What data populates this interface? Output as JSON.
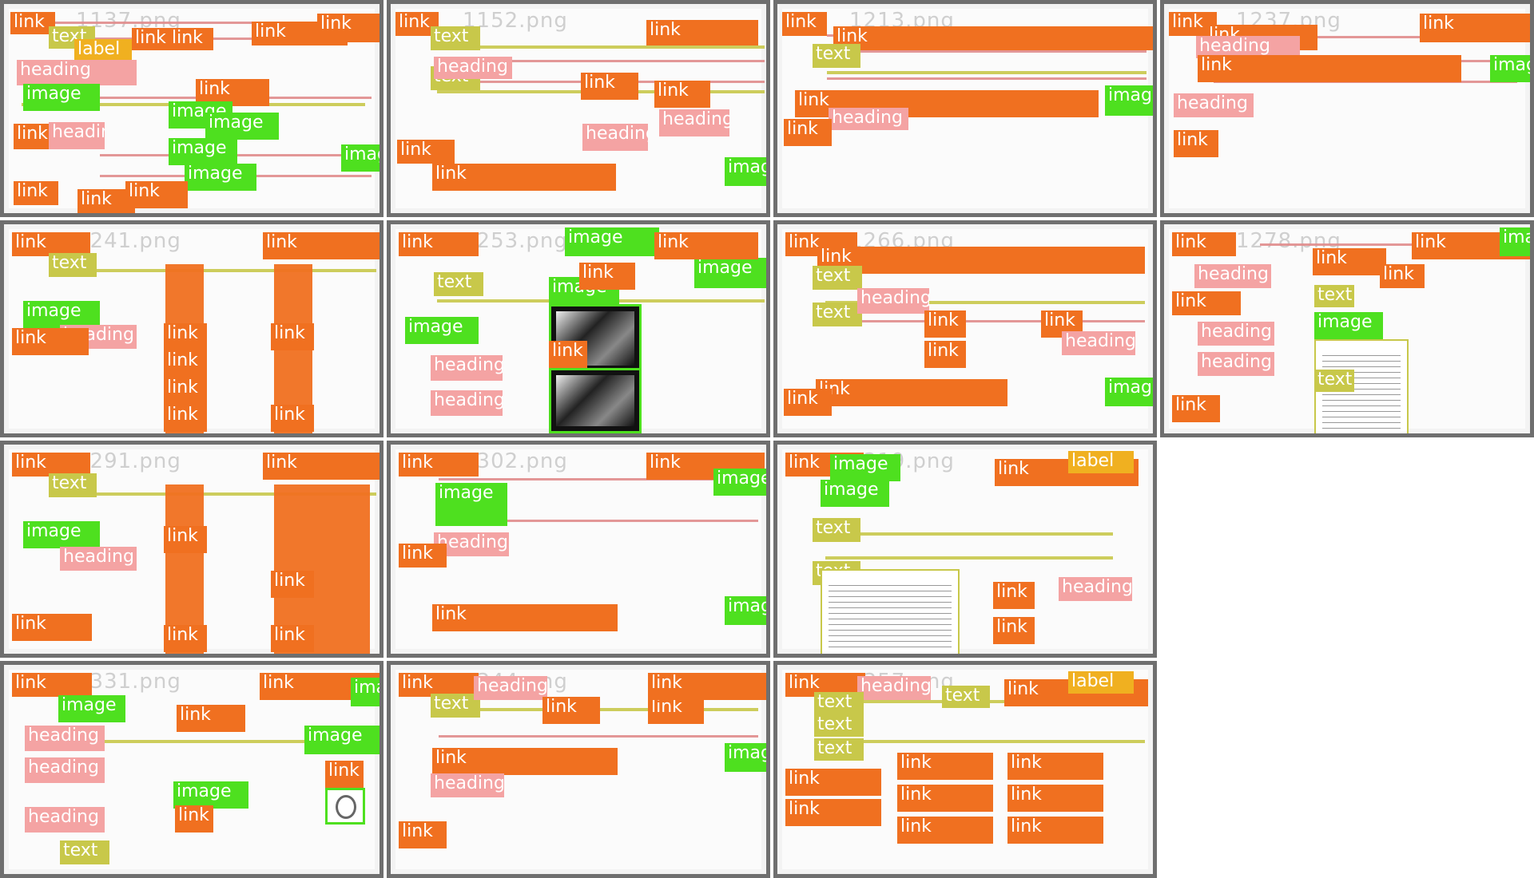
{
  "grid": {
    "cells": [
      {
        "filename": "1137.png"
      },
      {
        "filename": "1152.png"
      },
      {
        "filename": "1213.png"
      },
      {
        "filename": "1237.png"
      },
      {
        "filename": "1241.png"
      },
      {
        "filename": "1253.png"
      },
      {
        "filename": "1266.png"
      },
      {
        "filename": "1278.png"
      },
      {
        "filename": "1291.png"
      },
      {
        "filename": "1302.png"
      },
      {
        "filename": "1319.png"
      },
      {
        "filename": "1331.png"
      },
      {
        "filename": "1344.png"
      },
      {
        "filename": "1357.png"
      }
    ]
  },
  "labels": {
    "link": "link",
    "heading": "heading",
    "text": "text",
    "image": "image",
    "label": "label"
  }
}
